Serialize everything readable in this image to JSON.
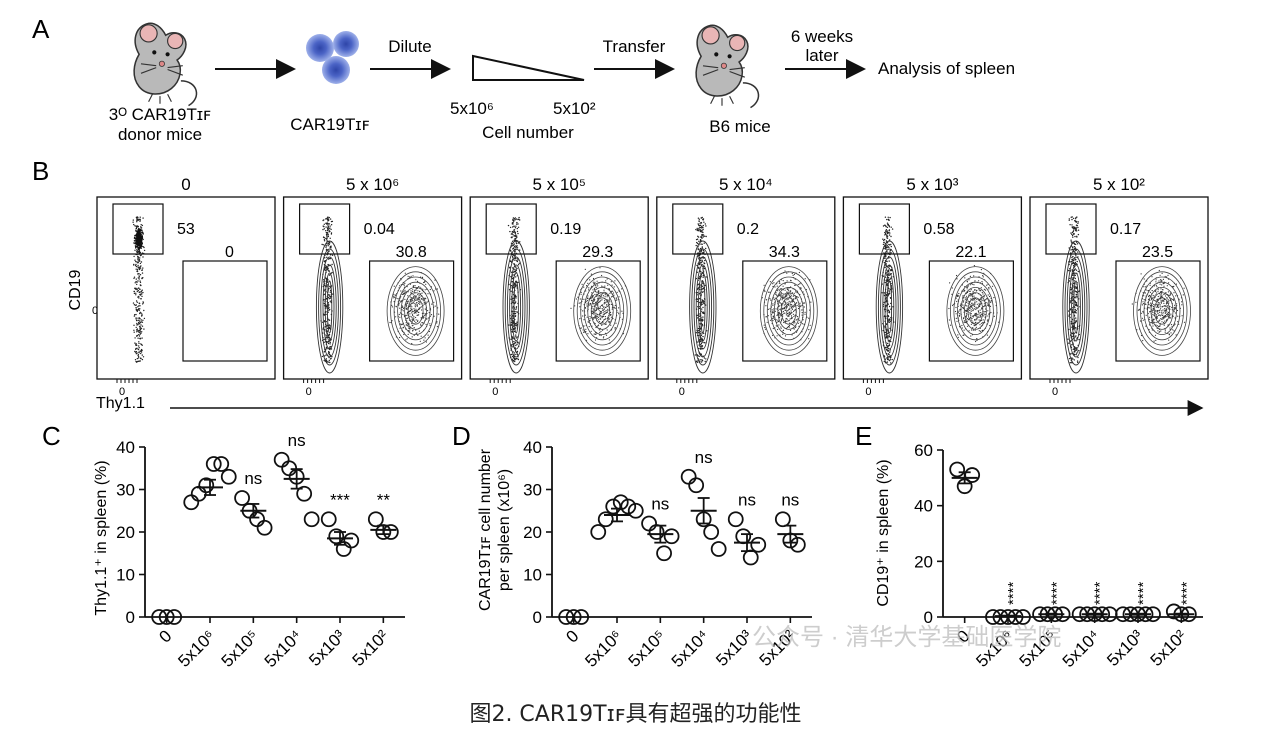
{
  "panel_a": {
    "letter": "A",
    "donor": {
      "line1": "3ᴼ CAR19Tɪꜰ",
      "line2": "donor mice"
    },
    "cells_label": "CAR19Tɪꜰ",
    "dilute": "Dilute",
    "cell_high": "5x10⁶",
    "cell_low": "5x10²",
    "cell_number": "Cell number",
    "transfer": "Transfer",
    "recipient": "B6 mice",
    "weeks_line1": "6 weeks",
    "weeks_line2": "later",
    "analysis": "Analysis of spleen"
  },
  "panel_b": {
    "letter": "B",
    "ylabel": "CD19",
    "xlabel": "Thy1.1",
    "zero": "0",
    "plots": [
      {
        "title": "0",
        "cd19_pct": "53",
        "thy_pct": "0"
      },
      {
        "title": "5 x 10⁶",
        "cd19_pct": "0.04",
        "thy_pct": "30.8"
      },
      {
        "title": "5 x 10⁵",
        "cd19_pct": "0.19",
        "thy_pct": "29.3"
      },
      {
        "title": "5 x 10⁴",
        "cd19_pct": "0.2",
        "thy_pct": "34.3"
      },
      {
        "title": "5 x 10³",
        "cd19_pct": "0.58",
        "thy_pct": "22.1"
      },
      {
        "title": "5 x 10²",
        "cd19_pct": "0.17",
        "thy_pct": "23.5"
      }
    ]
  },
  "chart_data": [
    {
      "type": "scatter",
      "panel": "C",
      "ylabel": "Thy1.1⁺ in spleen (%)",
      "ylim": [
        0,
        40
      ],
      "yticks": [
        0,
        10,
        20,
        30,
        40
      ],
      "categories": [
        "0",
        "5x10⁶",
        "5x10⁵",
        "5x10⁴",
        "5x10³",
        "5x10²"
      ],
      "points": [
        [
          0,
          0,
          0
        ],
        [
          27,
          29,
          31,
          36,
          36,
          33
        ],
        [
          28,
          25,
          23,
          21
        ],
        [
          37,
          35,
          33,
          29,
          23
        ],
        [
          23,
          19,
          16,
          18
        ],
        [
          23,
          20,
          20
        ]
      ],
      "means": [
        0,
        30.5,
        25,
        32.5,
        18.5,
        20.5
      ],
      "sem": [
        0,
        1.8,
        1.6,
        2.3,
        1.5,
        1.0
      ],
      "significance": [
        "",
        "",
        "ns",
        "ns",
        "***",
        "**"
      ]
    },
    {
      "type": "scatter",
      "panel": "D",
      "ylabel": "CAR19Tɪꜰ cell number per spleen (x10⁶)",
      "ylim": [
        0,
        40
      ],
      "yticks": [
        0,
        10,
        20,
        30,
        40
      ],
      "categories": [
        "0",
        "5x10⁶",
        "5x10⁵",
        "5x10⁴",
        "5x10³",
        "5x10²"
      ],
      "points": [
        [
          0,
          0,
          0
        ],
        [
          20,
          23,
          26,
          27,
          26,
          25
        ],
        [
          22,
          20,
          15,
          19
        ],
        [
          33,
          31,
          23,
          20,
          16
        ],
        [
          23,
          19,
          14,
          17
        ],
        [
          23,
          18,
          17
        ]
      ],
      "means": [
        0,
        24,
        19.5,
        25,
        17.5,
        19.5
      ],
      "sem": [
        0,
        1.5,
        2,
        3,
        2,
        2
      ],
      "significance": [
        "",
        "",
        "ns",
        "ns",
        "ns",
        "ns"
      ]
    },
    {
      "type": "scatter",
      "panel": "E",
      "ylabel": "CD19⁺ in spleen (%)",
      "ylim": [
        0,
        60
      ],
      "yticks": [
        0,
        20,
        40,
        60
      ],
      "categories": [
        "0",
        "5x10⁶",
        "5x10⁵",
        "5x10⁴",
        "5x10³",
        "5x10²"
      ],
      "points": [
        [
          53,
          47,
          51
        ],
        [
          0,
          0,
          0,
          0,
          0
        ],
        [
          1,
          1,
          1,
          1
        ],
        [
          1,
          1,
          1,
          1,
          1
        ],
        [
          1,
          1,
          1,
          1,
          1
        ],
        [
          2,
          1,
          1
        ]
      ],
      "means": [
        50,
        0.3,
        1,
        1,
        1,
        1
      ],
      "sem": [
        2,
        0.2,
        0.2,
        0.2,
        0.2,
        0.2
      ],
      "significance": [
        "",
        "****",
        "****",
        "****",
        "****",
        "****"
      ]
    }
  ],
  "watermark": "公众号 · 清华大学基础医学院",
  "caption": "图2. CAR19Tɪꜰ具有超强的功能性",
  "colors": {
    "ink": "#111111",
    "grid": "#555555",
    "cell_blue": "#5a74c9",
    "mouse_gray": "#b9b9b9"
  }
}
